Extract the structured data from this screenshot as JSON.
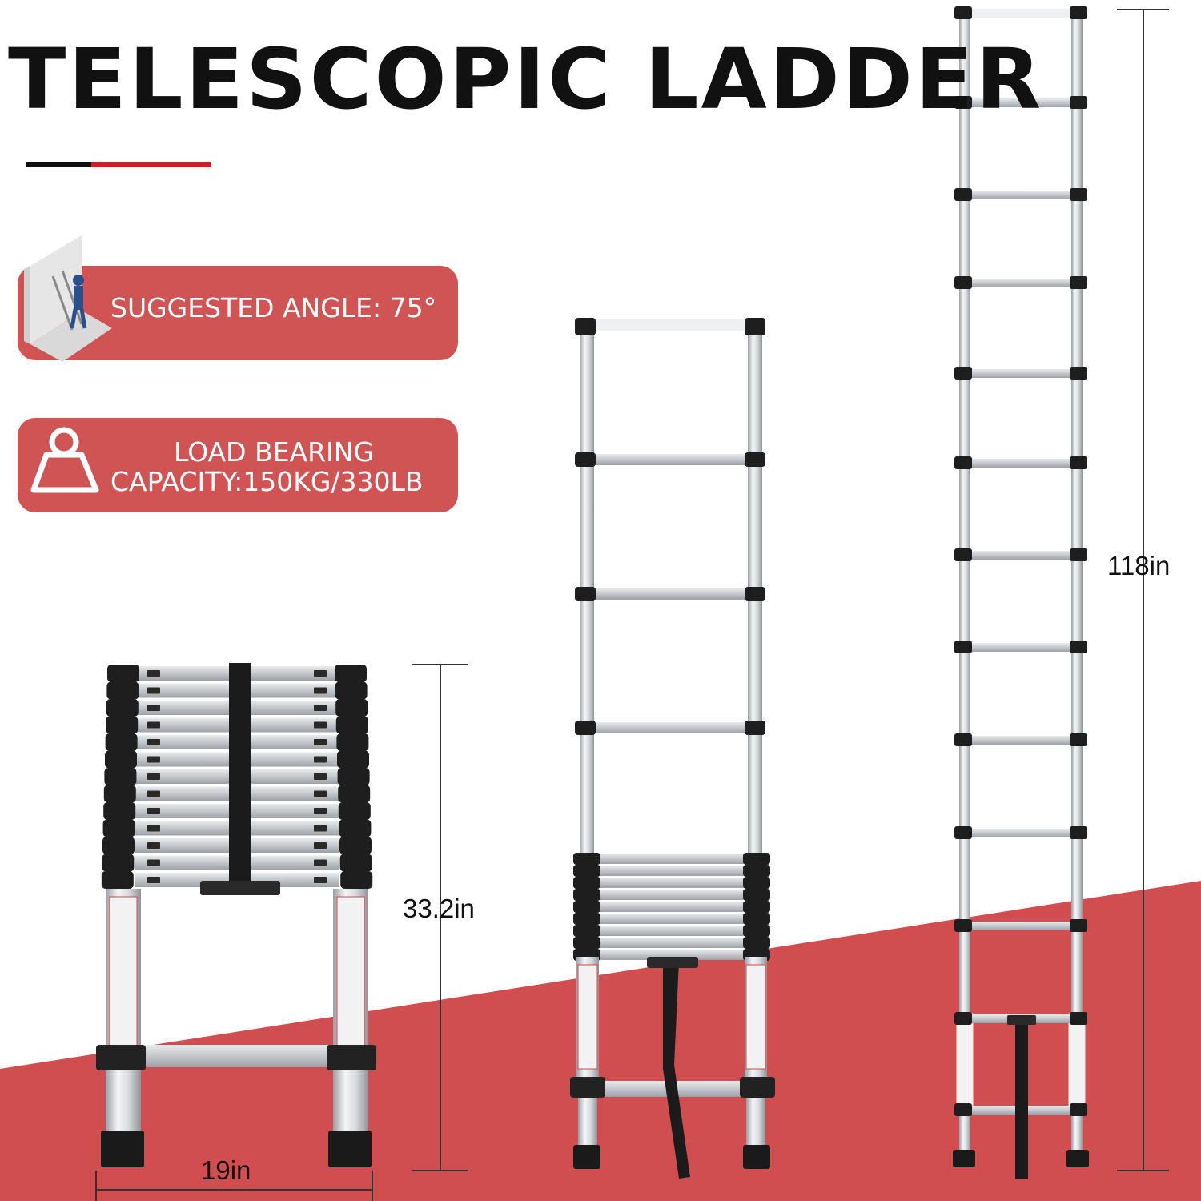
{
  "title": "TELESCOPIC LADDER",
  "features": {
    "angle": {
      "label": "SUGGESTED ANGLE: 75°",
      "icon": "wall-ladder-worker-icon"
    },
    "load": {
      "line1": "LOAD BEARING",
      "line2": "CAPACITY:150KG/330LB",
      "icon": "weight-icon"
    }
  },
  "dimensions": {
    "collapsed_height": "33.2in",
    "width": "19in",
    "extended_height": "118in"
  },
  "colors": {
    "accent_red": "#d15455",
    "underline_red": "#c8202a",
    "text_dark": "#111111"
  }
}
